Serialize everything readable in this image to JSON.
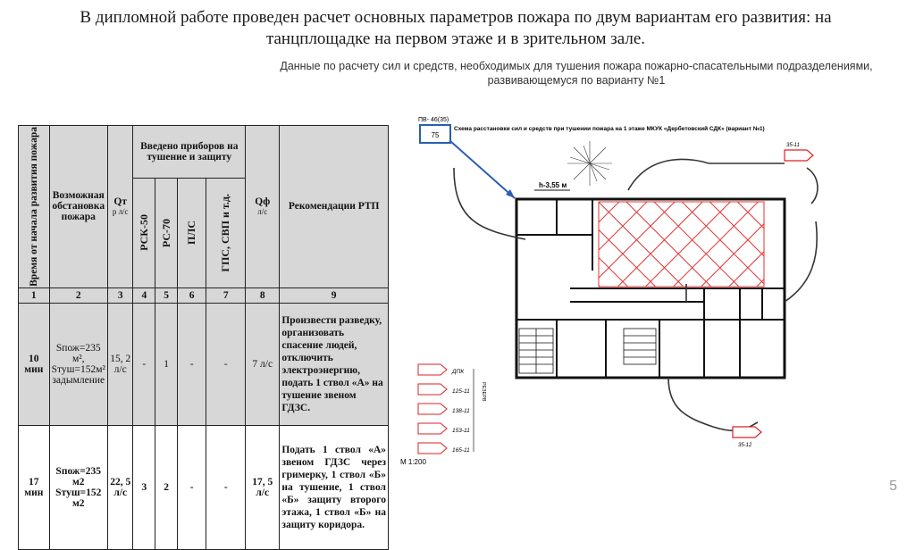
{
  "title": "В дипломной работе проведен расчет основных параметров пожара по двум вариантам его развития: на танцплощадке на первом этаже и в зрительном зале.",
  "subtitle": "Данные по расчету сил и средств, необходимых для тушения пожара пожарно-спасательными подразделениями, развивающемуся по варианту №1",
  "table": {
    "headers": {
      "time": "Время от начала развития пожара",
      "situation": "Возможная обстановка пожара",
      "qt": "Qт",
      "qt_unit": "р л/с",
      "introduced": "Введено приборов на тушение и защиту",
      "rsk50": "РСК-50",
      "rs70": "РС-70",
      "pls": "ПЛС",
      "gps": "ГПС, СВП и т.д.",
      "qf": "Qф",
      "qf_unit": "л/с",
      "recommendations": "Рекомендации РТП"
    },
    "col_numbers": [
      "1",
      "2",
      "3",
      "4",
      "5",
      "6",
      "7",
      "8",
      "9"
    ],
    "rows": [
      {
        "time": "10 мин",
        "situation_area": "Sпож=235 м², Sтуш=152м²",
        "situation_smoke": "задымление",
        "qt": "15, 2 л/с",
        "rsk50": "-",
        "rs70": "1",
        "pls": "-",
        "gps": "-",
        "qf": "7 л/с",
        "recommendation": "Произвести разведку, организовать спасение людей, отключить электроэнергию, подать 1 ствол «А» на тушение звеном ГДЗС."
      },
      {
        "time": "17 мин",
        "situation_area": "Sпож=235 м2 Sтуш=152 м2",
        "situation_smoke": "",
        "qt": "22, 5 л/с",
        "rsk50": "3",
        "rs70": "2",
        "pls": "-",
        "gps": "-",
        "qf": "17, 5 л/с",
        "recommendation": "Подать 1 ствол «А» звеном ГДЗС через гримерку, 1 ствол «Б» на тушение, 1 ствол «Б» защиту второго этажа, 1 ствол «Б» на защиту коридора."
      }
    ]
  },
  "plan": {
    "label_pv": "ПВ- 46(35)",
    "label_box": "75",
    "caption": "Схема расстановки сил и средств при тушении пожара на 1 этаже МКУК «Дербетовский СДК» (вариант №1)",
    "height": "h-3,55 м",
    "scale": "М 1:200",
    "engines": [
      "ДПК",
      "125-11",
      "138-11",
      "153-11",
      "165-11"
    ],
    "units_top": "35-11",
    "units_bottom": "35-12",
    "legend_vertical": "РЕЗЕРВ"
  },
  "page_number": "5"
}
